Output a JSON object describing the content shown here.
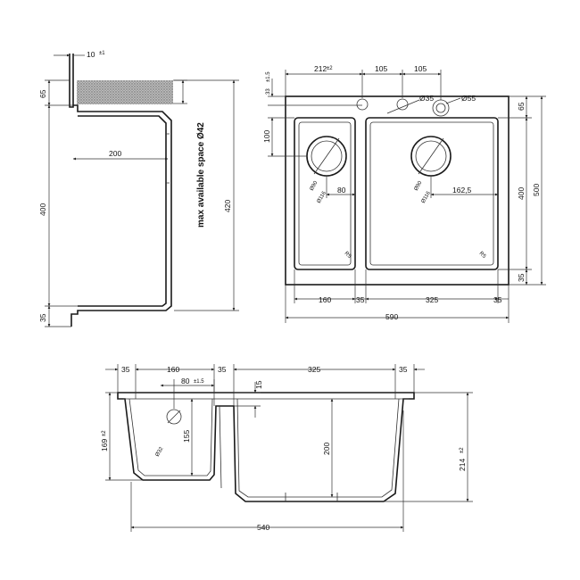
{
  "side_view": {
    "thickness": "10",
    "thickness_tol": "±1",
    "top_gap": "65",
    "depth_400": "400",
    "bottom_35": "35",
    "width_200": "200",
    "height_420": "420",
    "note": "max available space Ø42"
  },
  "top_view": {
    "d_212": "212",
    "d_212_tol": "±2",
    "d_105a": "105",
    "d_105b": "105",
    "d_33": "33",
    "d_33_tol": "±1.5",
    "hole_35": "Ø35",
    "hole_55": "Ø55",
    "d_65": "65",
    "d_100": "100",
    "d_90_left": "Ø90",
    "d_116_left": "Ø116",
    "d_80": "80",
    "d_90_right": "Ø90",
    "d_116_right": "Ø116",
    "d_162": "162,5",
    "d_400": "400",
    "d_500": "500",
    "d_35_right": "35",
    "r5_left": "R5",
    "r5_right": "R5",
    "d_160": "160",
    "d_35_mid": "35",
    "d_325": "325",
    "d_35_end": "35",
    "d_590": "590"
  },
  "front_view": {
    "d_35a": "35",
    "d_160": "160",
    "d_35b": "35",
    "d_325": "325",
    "d_35c": "35",
    "d_80": "80",
    "d_80_tol": "±1.5",
    "d_15": "15",
    "d_169": "169",
    "d_169_tol": "±2",
    "d_155": "155",
    "d_32": "Ø32",
    "d_200": "200",
    "d_214": "214",
    "d_214_tol": "±2",
    "d_540": "540"
  }
}
